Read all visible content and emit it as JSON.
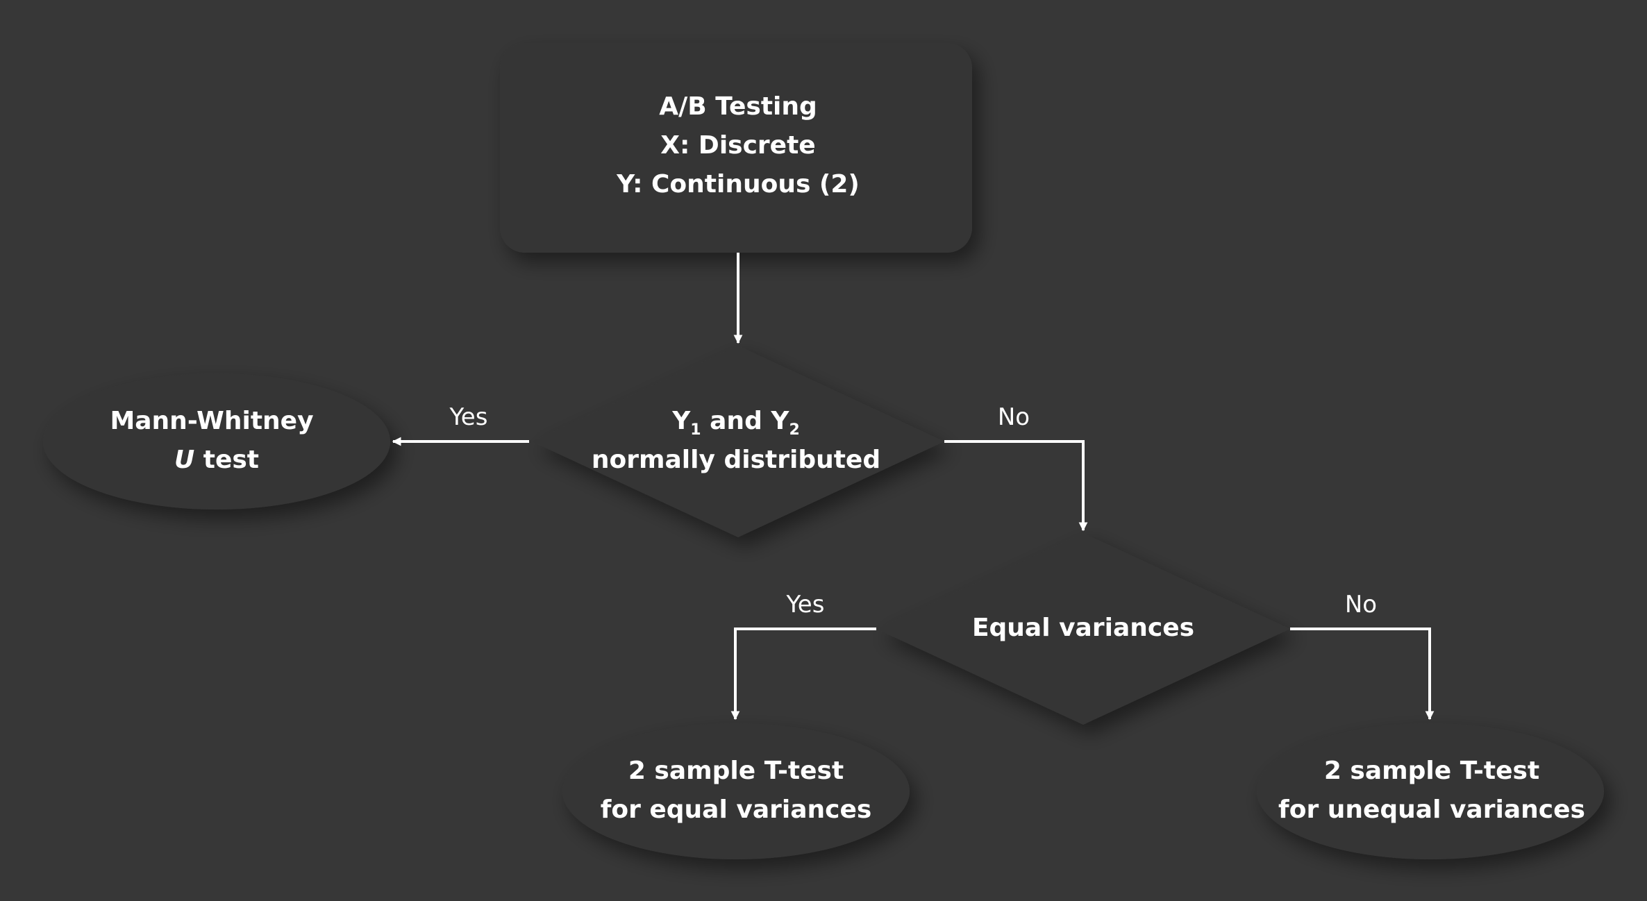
{
  "colors": {
    "background": "#373737",
    "node_fill": "#363636",
    "text": "#ffffff",
    "arrow": "#ffffff"
  },
  "nodes": {
    "start": {
      "lines": [
        "A/B Testing",
        "X: Discrete",
        "Y: Continuous (2)"
      ]
    },
    "normality": {
      "y1": "Y",
      "sub1": "1",
      "and": " and ",
      "y2": "Y",
      "sub2": "2",
      "line2": "normally distributed"
    },
    "mann_whitney": {
      "line1": "Mann-Whitney",
      "u": "U",
      "test": " test"
    },
    "equal_variances": {
      "label": "Equal variances"
    },
    "ttest_equal": {
      "lines": [
        "2 sample T-test",
        "for equal variances"
      ]
    },
    "ttest_unequal": {
      "lines": [
        "2 sample T-test",
        "for unequal variances"
      ]
    }
  },
  "edges": {
    "normality_yes": "Yes",
    "normality_no": "No",
    "variance_yes": "Yes",
    "variance_no": "No"
  }
}
